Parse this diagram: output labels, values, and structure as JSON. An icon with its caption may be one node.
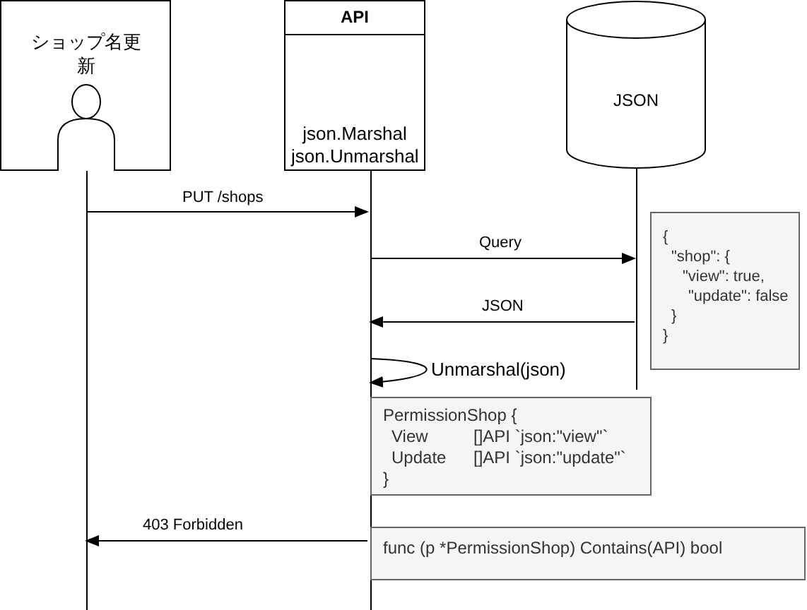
{
  "diagram": {
    "nodes": [
      {
        "text": [
          "ショップ名更新"
        ]
      },
      {
        "text": [
          "API",
          "json.Marshal json.Unmarshal"
        ]
      },
      {
        "text": [
          "JSON"
        ]
      },
      {
        "text": [
          "{",
          "\"shop\": {",
          "\"view\": true,",
          "\"update\": false",
          "}",
          "}"
        ]
      },
      {
        "text": [
          "PermissionShop {",
          "View",
          "[]API `json:\"view\"`",
          "Update",
          "[]API `json:\"update\"`",
          "}"
        ]
      },
      {
        "text": [
          "func (p *PermissionShop) Contains(API) bool"
        ]
      }
    ],
    "edges": [
      {
        "from": 0,
        "to": 1,
        "arrow": "to",
        "label": "PUT /shops"
      },
      {
        "from": 1,
        "to": 2,
        "arrow": "to",
        "label": "Query"
      },
      {
        "from": 2,
        "to": 1,
        "arrow": "to",
        "label": "JSON"
      },
      {
        "from": 1,
        "to": 1,
        "arrow": "to",
        "label": "Unmarshal(json)"
      },
      {
        "from": 1,
        "to": 0,
        "arrow": "to",
        "label": "403 Forbidden"
      }
    ]
  }
}
